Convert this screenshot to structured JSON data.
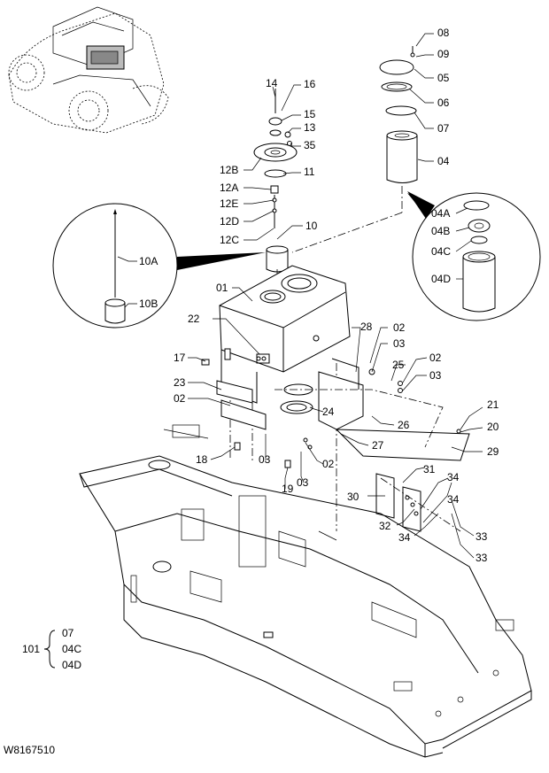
{
  "drawing_code": "W8167510",
  "kit": {
    "number": "101",
    "items": [
      "07",
      "04C",
      "04D"
    ]
  },
  "labels": {
    "p08": "08",
    "p09": "09",
    "p05": "05",
    "p06": "06",
    "p07": "07",
    "p04": "04",
    "p14": "14",
    "p16": "16",
    "p15": "15",
    "p13": "13",
    "p35": "35",
    "p12B": "12B",
    "p11": "11",
    "p12A": "12A",
    "p12E": "12E",
    "p12D": "12D",
    "p10": "10",
    "p12C": "12C",
    "p10A": "10A",
    "p10B": "10B",
    "p04A": "04A",
    "p04B": "04B",
    "p04C": "04C",
    "p04D": "04D",
    "p01": "01",
    "p22": "22",
    "p17": "17",
    "p23": "23",
    "p02a": "02",
    "p28": "28",
    "p02b": "02",
    "p03a": "03",
    "p25": "25",
    "p02c": "02",
    "p03b": "03",
    "p24": "24",
    "p26": "26",
    "p27": "27",
    "p18": "18",
    "p03c": "03",
    "p02d": "02",
    "p19": "19",
    "p03d": "03",
    "p21": "21",
    "p20": "20",
    "p29": "29",
    "p31": "31",
    "p30": "30",
    "p34a": "34",
    "p34b": "34",
    "p32": "32",
    "p33a": "33",
    "p33b": "33"
  }
}
